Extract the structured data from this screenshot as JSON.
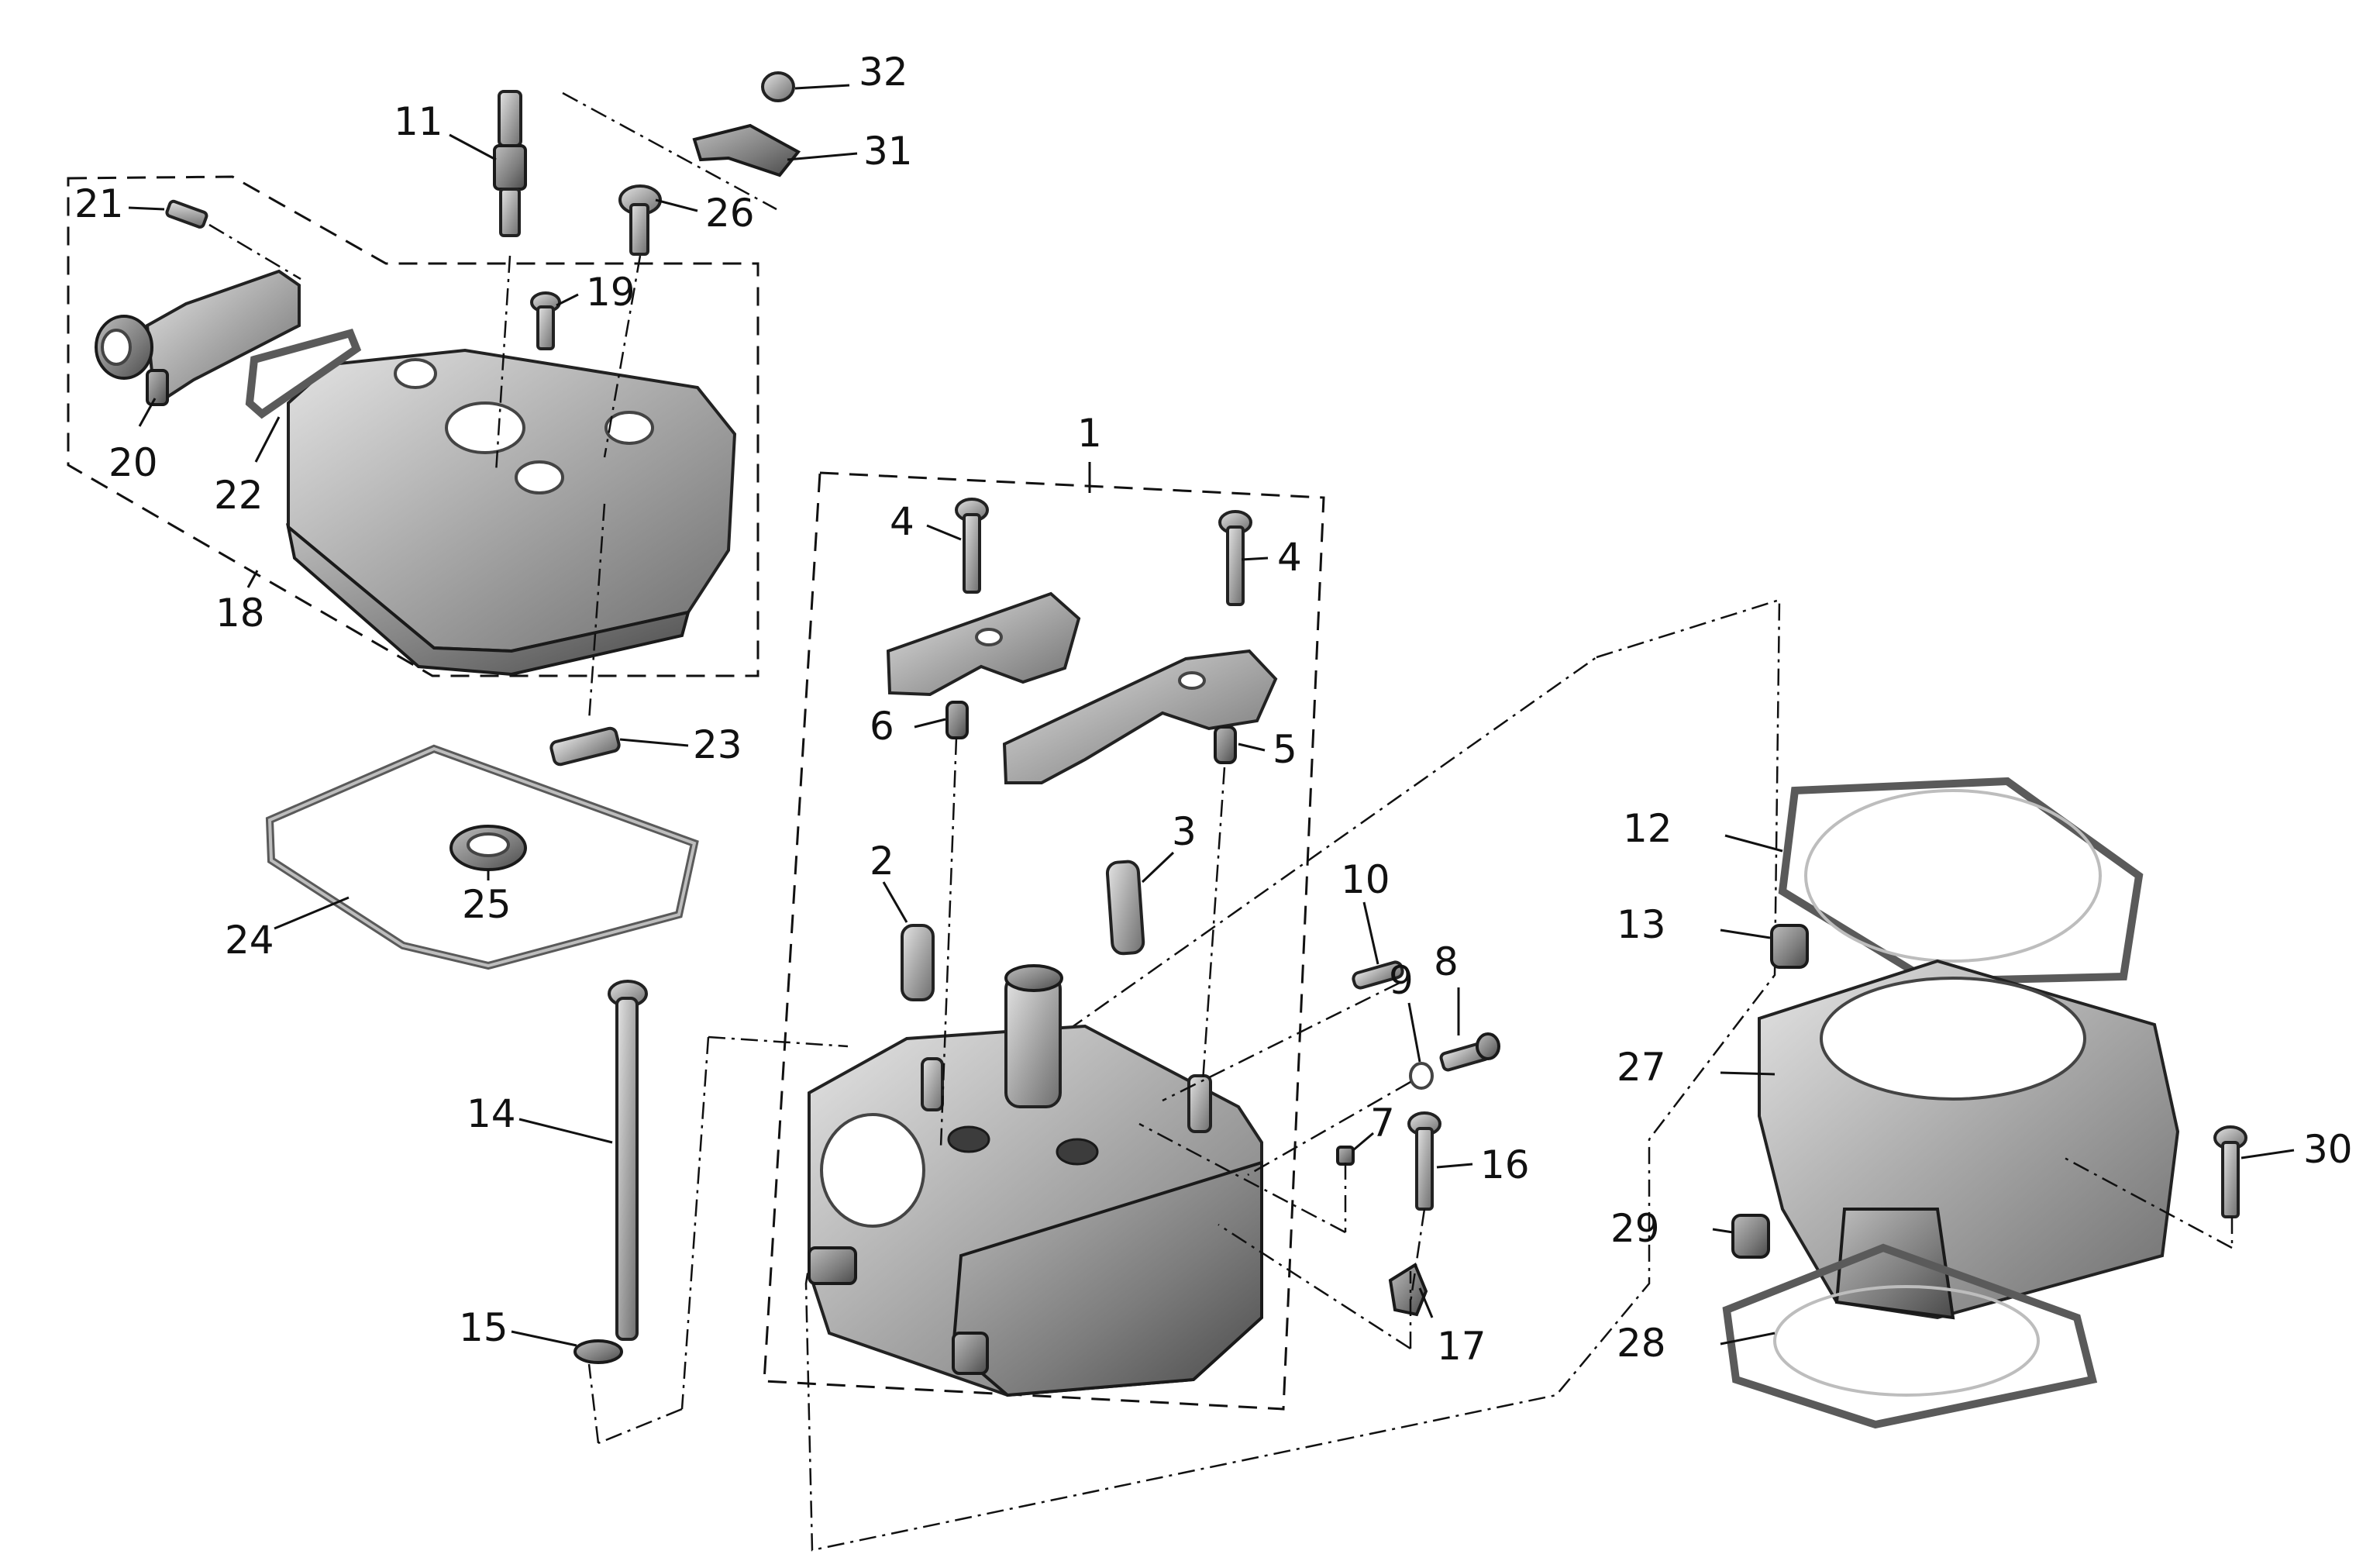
{
  "diagram": {
    "callouts": [
      {
        "id": "1",
        "label": "1"
      },
      {
        "id": "2",
        "label": "2"
      },
      {
        "id": "3",
        "label": "3"
      },
      {
        "id": "4a",
        "label": "4"
      },
      {
        "id": "4b",
        "label": "4"
      },
      {
        "id": "5",
        "label": "5"
      },
      {
        "id": "6",
        "label": "6"
      },
      {
        "id": "7",
        "label": "7"
      },
      {
        "id": "8",
        "label": "8"
      },
      {
        "id": "9",
        "label": "9"
      },
      {
        "id": "10",
        "label": "10"
      },
      {
        "id": "11",
        "label": "11"
      },
      {
        "id": "12",
        "label": "12"
      },
      {
        "id": "13",
        "label": "13"
      },
      {
        "id": "14",
        "label": "14"
      },
      {
        "id": "15",
        "label": "15"
      },
      {
        "id": "16",
        "label": "16"
      },
      {
        "id": "17",
        "label": "17"
      },
      {
        "id": "18",
        "label": "18"
      },
      {
        "id": "19",
        "label": "19"
      },
      {
        "id": "20",
        "label": "20"
      },
      {
        "id": "21",
        "label": "21"
      },
      {
        "id": "22",
        "label": "22"
      },
      {
        "id": "23",
        "label": "23"
      },
      {
        "id": "24",
        "label": "24"
      },
      {
        "id": "25",
        "label": "25"
      },
      {
        "id": "26",
        "label": "26"
      },
      {
        "id": "27",
        "label": "27"
      },
      {
        "id": "28",
        "label": "28"
      },
      {
        "id": "29",
        "label": "29"
      },
      {
        "id": "30",
        "label": "30"
      },
      {
        "id": "31",
        "label": "31"
      },
      {
        "id": "32",
        "label": "32"
      }
    ]
  }
}
